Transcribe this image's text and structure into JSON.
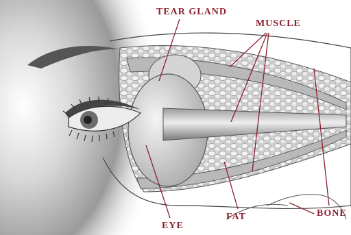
{
  "labels": {
    "tear_gland": "TEAR GLAND",
    "muscle": "MUSCLE",
    "eye": "EYE",
    "fat": "FAT",
    "bone": "BONE"
  },
  "colors": {
    "label": "#8c1f2d",
    "leader_line": "#8c1f2d",
    "skin_shadow": "#5a5a5a",
    "tissue": "#d9d9d9",
    "outline": "#444444"
  }
}
